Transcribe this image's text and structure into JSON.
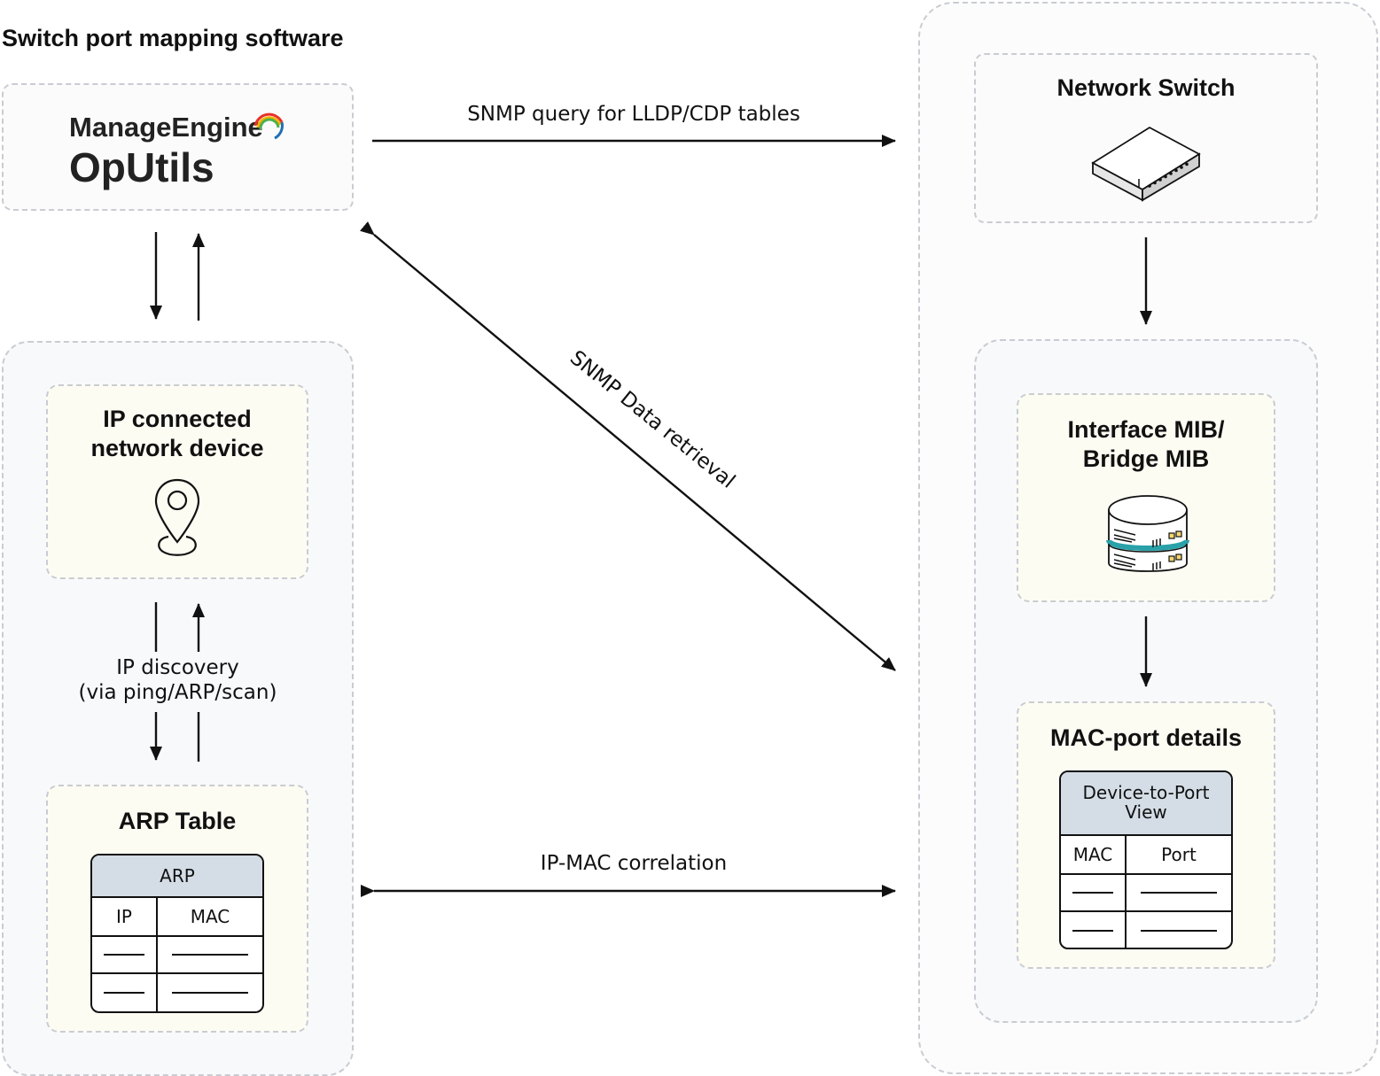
{
  "header": {
    "title": "Switch port mapping software"
  },
  "oputils": {
    "brand": "ManageEngine",
    "product": "OpUtils"
  },
  "ip_device": {
    "title_line1": "IP connected",
    "title_line2": "network device"
  },
  "ip_discovery": {
    "line1": "IP discovery",
    "line2": "(via ping/ARP/scan)"
  },
  "arp_table": {
    "title": "ARP Table",
    "header": "ARP",
    "columns": [
      "IP",
      "MAC"
    ]
  },
  "network_switch": {
    "title": "Network Switch"
  },
  "mib": {
    "title_line1": "Interface MIB/",
    "title_line2": "Bridge MIB"
  },
  "mac_port": {
    "title": "MAC-port details",
    "header_line1": "Device-to-Port",
    "header_line2": "View",
    "columns": [
      "MAC",
      "Port"
    ]
  },
  "arrows": {
    "snmp_query": "SNMP query for LLDP/CDP tables",
    "snmp_retrieval": "SNMP Data retrieval",
    "ip_mac": "IP-MAC correlation"
  },
  "colors": {
    "panel_border": "#c9ccd2",
    "panel_blue_bg": "#f7f9fb",
    "panel_cream_bg": "#fdfcf3",
    "table_header_bg": "#d4dde6",
    "db_accent": "#2aa1a8",
    "logo_arc_red": "#e8302a",
    "logo_arc_yellow": "#f5b400",
    "logo_arc_green": "#4caf50",
    "logo_arc_blue": "#1f6fb5"
  }
}
